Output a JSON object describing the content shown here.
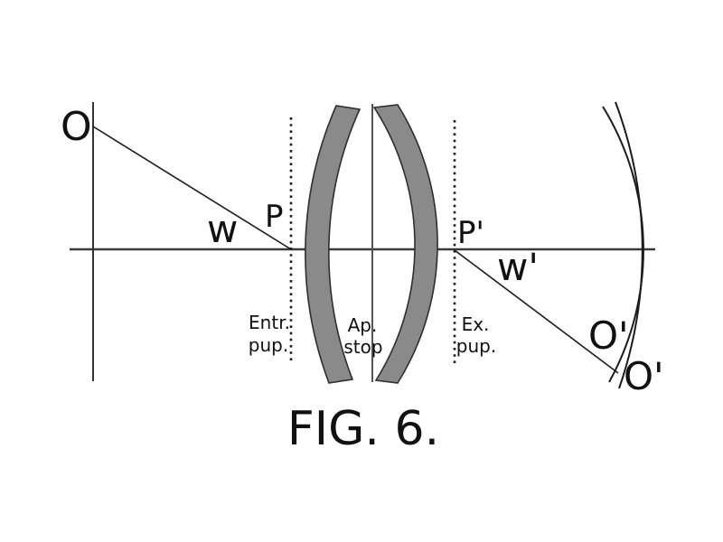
{
  "figure": {
    "title": "FIG. 6.",
    "points": {
      "object": "O",
      "entrance_pupil_center": "P",
      "exit_pupil_center": "P'",
      "image_point_inner_surface": "O'",
      "image_point_outer_surface": "O'"
    },
    "angles": {
      "object_field_angle": "w",
      "image_field_angle": "w'"
    },
    "planes": {
      "entrance_pupil": [
        "Entr.",
        "pup."
      ],
      "aperture_stop": [
        "Ap.",
        "stop"
      ],
      "exit_pupil": [
        "Ex.",
        "pup."
      ]
    },
    "colors": {
      "background": "#ffffff",
      "line": "#1c1c1c",
      "axis": "#3a3a3a",
      "stop_line": "#555555",
      "lens_fill": "#8a8a8a",
      "lens_outline": "#2e2e2e",
      "text": "#111111"
    }
  }
}
